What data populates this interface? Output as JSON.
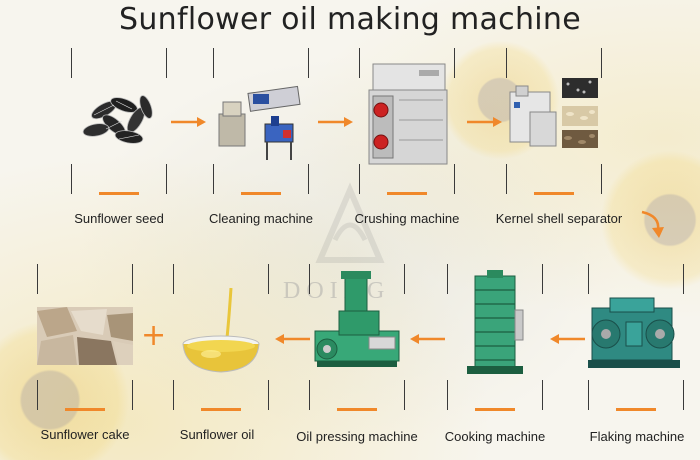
{
  "title": "Sunflower oil making machine",
  "watermark": "DOING",
  "accent_color": "#f0882a",
  "steps_row1": [
    {
      "label": "Sunflower seed",
      "icon": "sunflower-seeds-icon"
    },
    {
      "label": "Cleaning machine",
      "icon": "cleaning-machine-icon"
    },
    {
      "label": "Crushing machine",
      "icon": "crushing-machine-icon"
    },
    {
      "label": "Kernel shell separator",
      "icon": "kernel-shell-separator-icon"
    }
  ],
  "steps_row2": [
    {
      "label": "Sunflower cake",
      "icon": "sunflower-cake-icon"
    },
    {
      "label": "Sunflower oil",
      "icon": "sunflower-oil-icon"
    },
    {
      "label": "Oil pressing machine",
      "icon": "oil-press-icon"
    },
    {
      "label": "Cooking machine",
      "icon": "cooking-machine-icon"
    },
    {
      "label": "Flaking machine",
      "icon": "flaking-machine-icon"
    }
  ],
  "plus_symbol": "+"
}
